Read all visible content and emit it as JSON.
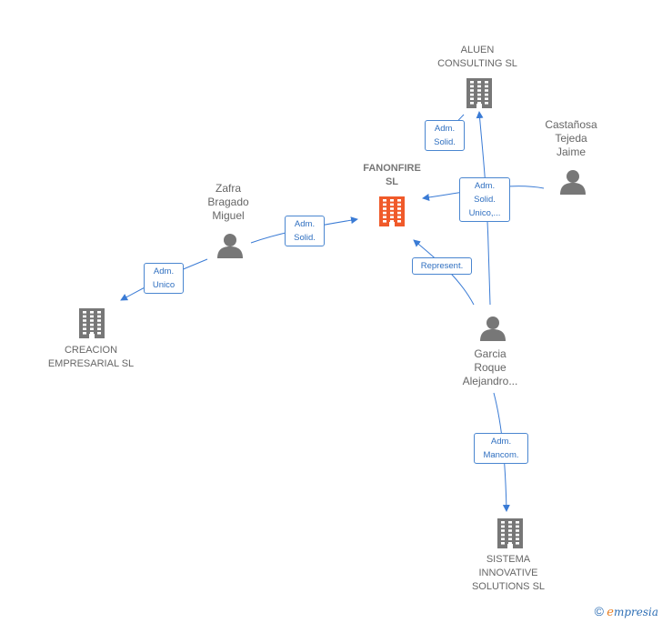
{
  "nodes": {
    "aluen": {
      "label_lines": [
        "ALUEN",
        "CONSULTING SL"
      ],
      "icon": "building-icon",
      "color": "#777777"
    },
    "fanonfire": {
      "label_lines": [
        "FANONFIRE",
        "SL"
      ],
      "icon": "building-icon",
      "color": "#f05a2a"
    },
    "castanosa": {
      "label_lines": [
        "Castañosa",
        "Tejeda",
        "Jaime"
      ],
      "icon": "person-icon",
      "color": "#777777"
    },
    "zafra": {
      "label_lines": [
        "Zafra",
        "Bragado",
        "Miguel"
      ],
      "icon": "person-icon",
      "color": "#777777"
    },
    "creacion": {
      "label_lines": [
        "CREACION",
        "EMPRESARIAL SL"
      ],
      "icon": "building-icon",
      "color": "#777777"
    },
    "garcia": {
      "label_lines": [
        "Garcia",
        "Roque",
        "Alejandro..."
      ],
      "icon": "person-icon",
      "color": "#777777"
    },
    "sistema": {
      "label_lines": [
        "SISTEMA",
        "INNOVATIVE",
        "SOLUTIONS SL"
      ],
      "icon": "building-icon",
      "color": "#777777"
    }
  },
  "edges": [
    {
      "id": "garcia-aluen",
      "label_lines": [
        "Adm.",
        "Solid."
      ]
    },
    {
      "id": "castanosa-fanonfire",
      "label_lines": [
        "Adm.",
        "Solid.",
        "Unico,..."
      ]
    },
    {
      "id": "zafra-fanonfire",
      "label_lines": [
        "Adm.",
        "Solid."
      ]
    },
    {
      "id": "zafra-creacion",
      "label_lines": [
        "Adm.",
        "Unico"
      ]
    },
    {
      "id": "garcia-fanonfire",
      "label_lines": [
        "Represent."
      ]
    },
    {
      "id": "garcia-sistema",
      "label_lines": [
        "Adm.",
        "Mancom."
      ]
    }
  ],
  "edge_color": "#3a7bd5",
  "brand": {
    "copyright": "©",
    "name_first": "e",
    "name_rest": "mpresia"
  }
}
